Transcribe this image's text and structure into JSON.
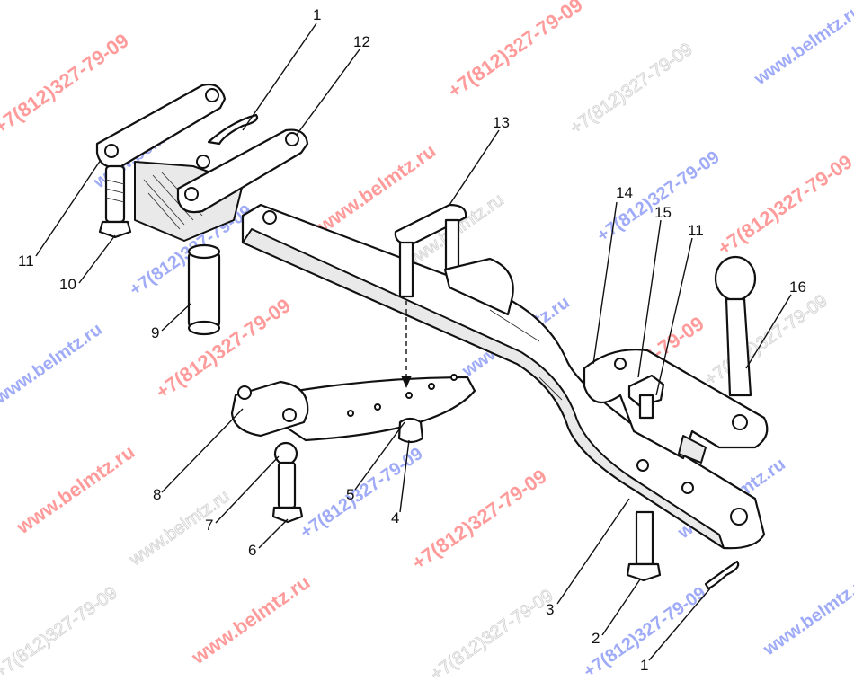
{
  "diagram": {
    "callouts": [
      {
        "id": "c1a",
        "text": "1"
      },
      {
        "id": "c12",
        "text": "12"
      },
      {
        "id": "c13",
        "text": "13"
      },
      {
        "id": "c14",
        "text": "14"
      },
      {
        "id": "c15",
        "text": "15"
      },
      {
        "id": "c11b",
        "text": "11"
      },
      {
        "id": "c16",
        "text": "16"
      },
      {
        "id": "c11a",
        "text": "11"
      },
      {
        "id": "c10",
        "text": "10"
      },
      {
        "id": "c9",
        "text": "9"
      },
      {
        "id": "c8",
        "text": "8"
      },
      {
        "id": "c7",
        "text": "7"
      },
      {
        "id": "c6",
        "text": "6"
      },
      {
        "id": "c5",
        "text": "5"
      },
      {
        "id": "c4",
        "text": "4"
      },
      {
        "id": "c3",
        "text": "3"
      },
      {
        "id": "c2",
        "text": "2"
      },
      {
        "id": "c1b",
        "text": "1"
      }
    ]
  },
  "watermarks": {
    "phone_a": "+7(812)327-79-09",
    "phone_b": "+7(812)327-79-09",
    "site_red": "www.belmtz.ru",
    "site_blue": "www.belmtz.ru"
  }
}
